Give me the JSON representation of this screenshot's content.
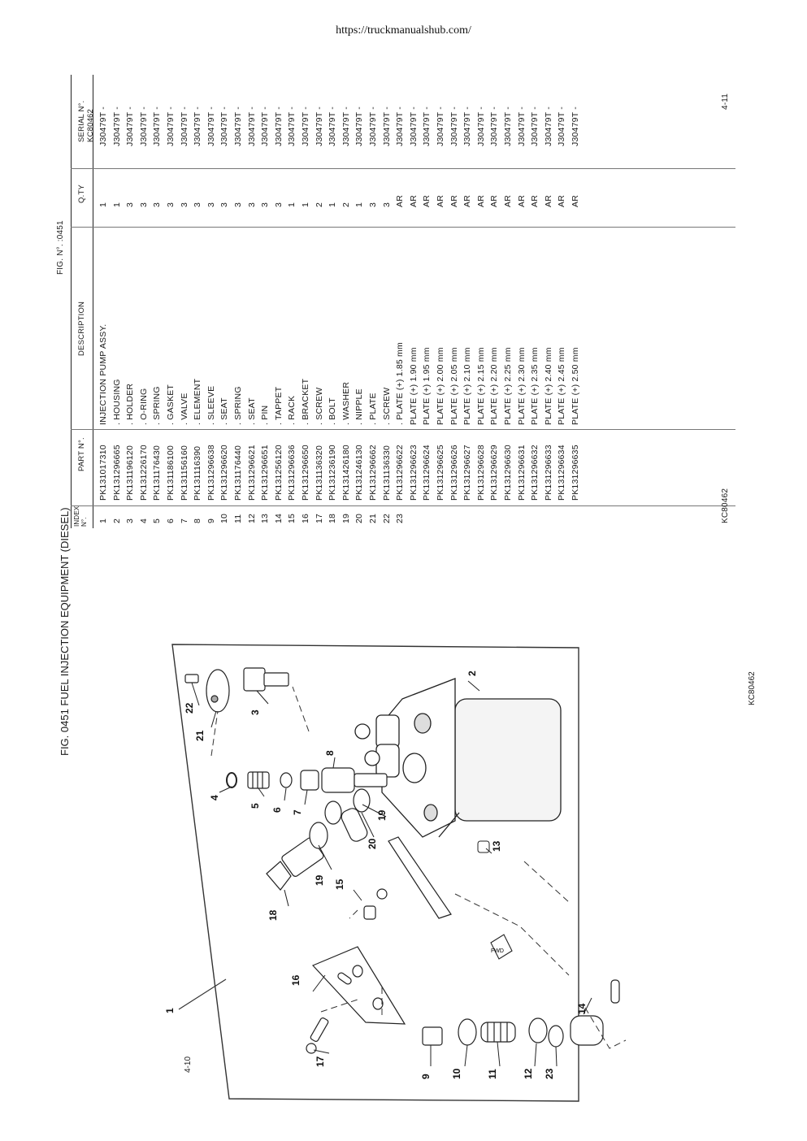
{
  "header": {
    "url": "https://truckmanualshub.com/"
  },
  "table": {
    "fig_label": "FIG. N°.   :0451",
    "columns": {
      "index": "INDEX N°.",
      "part": "PART N°.",
      "description": "DESCRIPTION",
      "qty": "Q.TY",
      "serial": "SERIAL N°. KC80462"
    },
    "rows": [
      {
        "i": "1",
        "p": "PK131017310",
        "d": "INJECTION PUMP ASSY.",
        "q": "1",
        "s": "J30479T -"
      },
      {
        "i": "2",
        "p": "PK131296665",
        "d": ". HOUSING",
        "q": "1",
        "s": "J30479T -"
      },
      {
        "i": "3",
        "p": "PK131196120",
        "d": ". HOLDER",
        "q": "3",
        "s": "J30479T -"
      },
      {
        "i": "4",
        "p": "PK131226170",
        "d": ". O-RING",
        "q": "3",
        "s": "J30479T -"
      },
      {
        "i": "5",
        "p": "PK131176430",
        "d": ". SPRING",
        "q": "3",
        "s": "J30479T -"
      },
      {
        "i": "6",
        "p": "PK131186100",
        "d": ". GASKET",
        "q": "3",
        "s": "J30479T -"
      },
      {
        "i": "7",
        "p": "PK131156160",
        "d": ". VALVE",
        "q": "3",
        "s": "J30479T -"
      },
      {
        "i": "8",
        "p": "PK131116390",
        "d": ". ELEMENT",
        "q": "3",
        "s": "J30479T -"
      },
      {
        "i": "9",
        "p": "PK131296638",
        "d": ". SLEEVE",
        "q": "3",
        "s": "J30479T -"
      },
      {
        "i": "10",
        "p": "PK131296620",
        "d": ". SEAT",
        "q": "3",
        "s": "J30479T -"
      },
      {
        "i": "11",
        "p": "PK131176440",
        "d": ". SPRING",
        "q": "3",
        "s": "J30479T -"
      },
      {
        "i": "12",
        "p": "PK131296621",
        "d": ". SEAT",
        "q": "3",
        "s": "J30479T -"
      },
      {
        "i": "13",
        "p": "PK131296651",
        "d": ". PIN",
        "q": "3",
        "s": "J30479T -"
      },
      {
        "i": "14",
        "p": "PK131256120",
        "d": ". TAPPET",
        "q": "3",
        "s": "J30479T -"
      },
      {
        "i": "15",
        "p": "PK131296636",
        "d": ". RACK",
        "q": "1",
        "s": "J30479T -"
      },
      {
        "i": "16",
        "p": "PK131296650",
        "d": ". BRACKET",
        "q": "1",
        "s": "J30479T -"
      },
      {
        "i": "17",
        "p": "PK131136320",
        "d": ". SCREW",
        "q": "2",
        "s": "J30479T -"
      },
      {
        "i": "18",
        "p": "PK131236190",
        "d": ". BOLT",
        "q": "1",
        "s": "J30479T -"
      },
      {
        "i": "19",
        "p": "PK131426180",
        "d": ". WASHER",
        "q": "2",
        "s": "J30479T -"
      },
      {
        "i": "20",
        "p": "PK131246130",
        "d": ". NIPPLE",
        "q": "1",
        "s": "J30479T -"
      },
      {
        "i": "21",
        "p": "PK131296662",
        "d": ". PLATE",
        "q": "3",
        "s": "J30479T -"
      },
      {
        "i": "22",
        "p": "PK131136330",
        "d": ". SCREW",
        "q": "3",
        "s": "J30479T -"
      },
      {
        "i": "23",
        "p": "PK131296622",
        "d": ". PLATE (+) 1.85 mm",
        "q": "AR",
        "s": "J30479T -"
      },
      {
        "i": "",
        "p": "PK131296623",
        "d": "PLATE (+) 1.90 mm",
        "q": "AR",
        "s": "J30479T -"
      },
      {
        "i": "",
        "p": "PK131296624",
        "d": "PLATE (+) 1.95 mm",
        "q": "AR",
        "s": "J30479T -"
      },
      {
        "i": "",
        "p": "PK131296625",
        "d": "PLATE (+) 2.00 mm",
        "q": "AR",
        "s": "J30479T -"
      },
      {
        "i": "",
        "p": "PK131296626",
        "d": "PLATE (+) 2.05 mm",
        "q": "AR",
        "s": "J30479T -"
      },
      {
        "i": "",
        "p": "PK131296627",
        "d": "PLATE (+) 2.10 mm",
        "q": "AR",
        "s": "J30479T -"
      },
      {
        "i": "",
        "p": "PK131296628",
        "d": "PLATE (+) 2.15 mm",
        "q": "AR",
        "s": "J30479T -"
      },
      {
        "i": "",
        "p": "PK131296629",
        "d": "PLATE (+) 2.20 mm",
        "q": "AR",
        "s": "J30479T -"
      },
      {
        "i": "",
        "p": "PK131296630",
        "d": "PLATE (+) 2.25 mm",
        "q": "AR",
        "s": "J30479T -"
      },
      {
        "i": "",
        "p": "PK131296631",
        "d": "PLATE (+) 2.30 mm",
        "q": "AR",
        "s": "J30479T -"
      },
      {
        "i": "",
        "p": "PK131296632",
        "d": "PLATE (+) 2.35 mm",
        "q": "AR",
        "s": "J30479T -"
      },
      {
        "i": "",
        "p": "PK131296633",
        "d": "PLATE (+) 2.40 mm",
        "q": "AR",
        "s": "J30479T -"
      },
      {
        "i": "",
        "p": "PK131296634",
        "d": "PLATE (+) 2.45 mm",
        "q": "AR",
        "s": "J30479T -"
      },
      {
        "i": "",
        "p": "PK131296635",
        "d": "PLATE (+) 2.50 mm",
        "q": "AR",
        "s": "J30479T -"
      }
    ],
    "model_code": "KC80462",
    "page_number": "4-11"
  },
  "figure": {
    "title": "FIG. 0451  FUEL INJECTION EQUIPMENT (DIESEL)",
    "model_code": "KC80462",
    "page_number": "4-10",
    "fwd_label": "FWD",
    "callouts": [
      "1",
      "2",
      "3",
      "4",
      "5",
      "6",
      "7",
      "8",
      "9",
      "10",
      "11",
      "12",
      "13",
      "14",
      "15",
      "16",
      "17",
      "18",
      "19",
      "19",
      "20",
      "21",
      "22",
      "23"
    ]
  }
}
